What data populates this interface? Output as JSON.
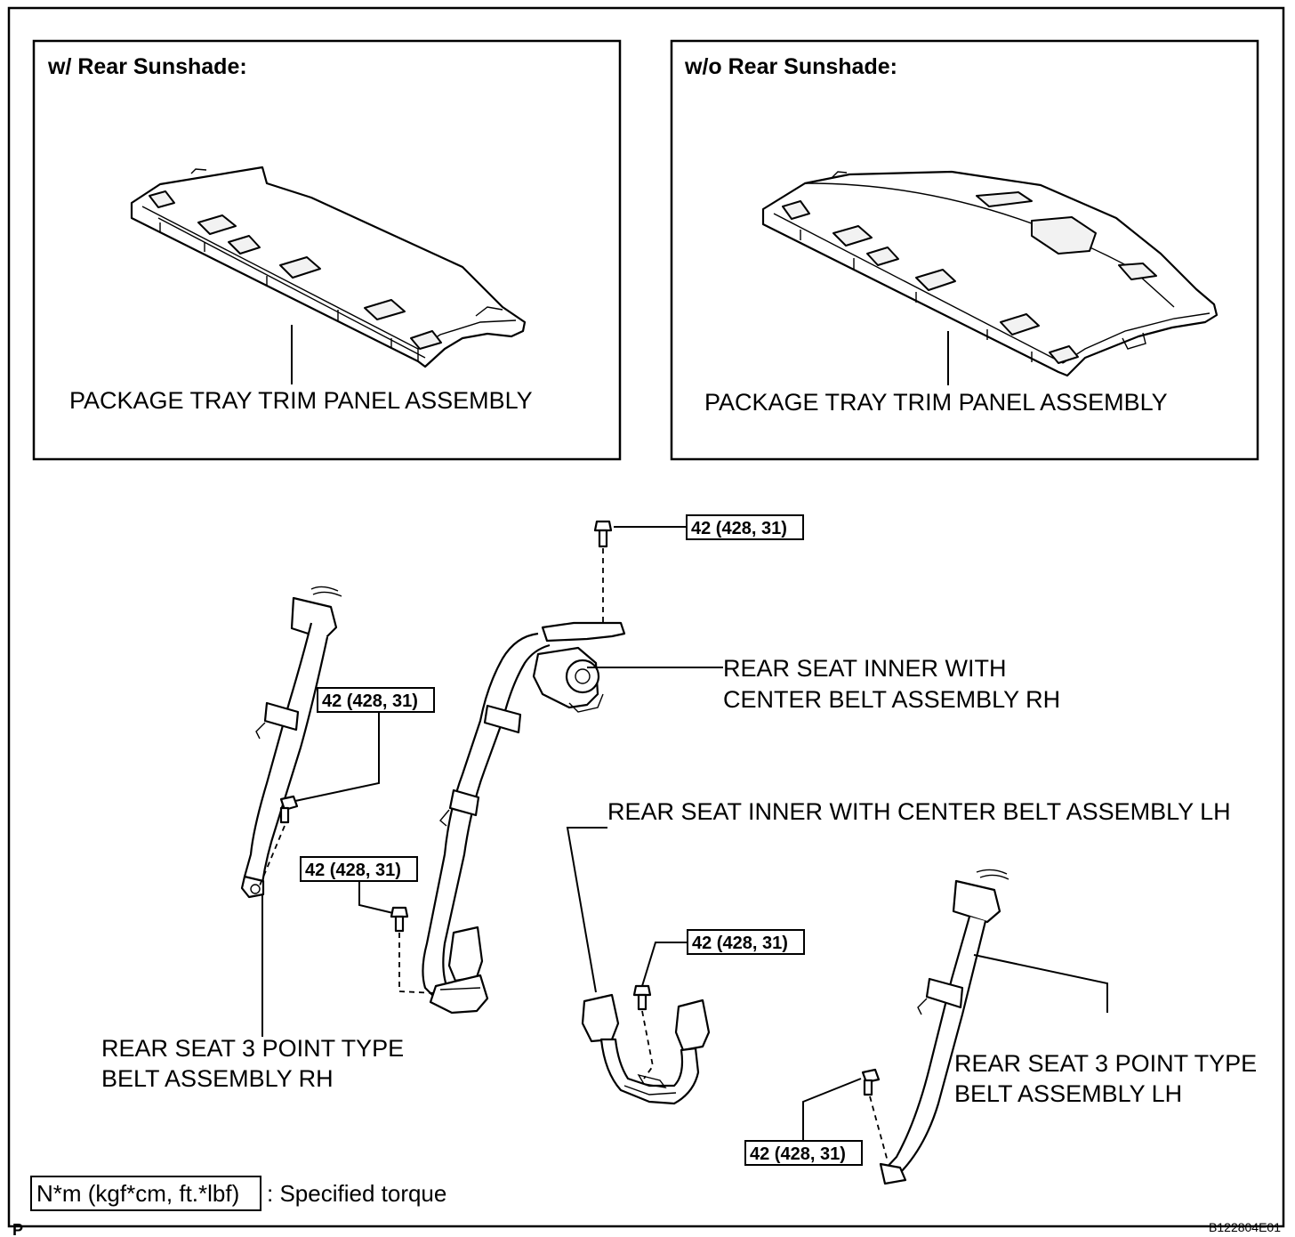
{
  "panels": {
    "with_sunshade": {
      "header": "w/ Rear Sunshade:",
      "label": "PACKAGE TRAY TRIM PANEL ASSEMBLY"
    },
    "without_sunshade": {
      "header": "w/o Rear Sunshade:",
      "label": "PACKAGE TRAY TRIM PANEL ASSEMBLY"
    }
  },
  "labels": {
    "inner_rh_line1": "REAR SEAT INNER WITH",
    "inner_rh_line2": "CENTER BELT ASSEMBLY RH",
    "inner_lh": "REAR SEAT INNER WITH CENTER BELT ASSEMBLY LH",
    "three_point_rh_line1": "REAR SEAT 3 POINT TYPE",
    "three_point_rh_line2": "BELT ASSEMBLY RH",
    "three_point_lh_line1": "REAR SEAT 3 POINT TYPE",
    "three_point_lh_line2": "BELT ASSEMBLY LH"
  },
  "torques": {
    "top_bolt": "42 (428, 31)",
    "rh_3point_bolt": "42 (428, 31)",
    "inner_rh_lower_bolt": "42 (428, 31)",
    "inner_lh_bolt": "42 (428, 31)",
    "lh_3point_bolt": "42 (428, 31)"
  },
  "legend": {
    "unit_box": "N*m (kgf*cm, ft.*lbf)",
    "description": ": Specified torque"
  },
  "footer": {
    "corner_mark": "P",
    "figure_id": "B122804E01"
  }
}
